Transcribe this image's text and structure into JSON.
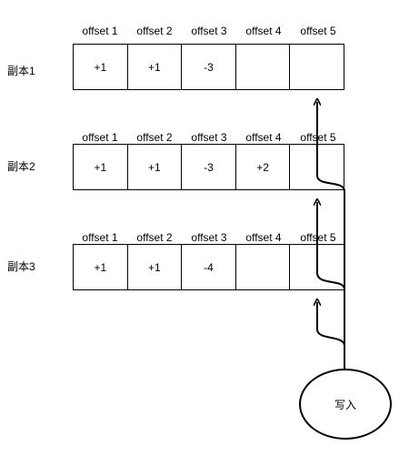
{
  "offset_headers": [
    "offset 1",
    "offset 2",
    "offset 3",
    "offset 4",
    "offset 5"
  ],
  "replicas": [
    {
      "label": "副本1",
      "cells": [
        "+1",
        "+1",
        "-3",
        "",
        ""
      ]
    },
    {
      "label": "副本2",
      "cells": [
        "+1",
        "+1",
        "-3",
        "+2",
        ""
      ]
    },
    {
      "label": "副本3",
      "cells": [
        "+1",
        "+1",
        "-4",
        "",
        ""
      ]
    }
  ],
  "write_node": {
    "label": "写入"
  }
}
